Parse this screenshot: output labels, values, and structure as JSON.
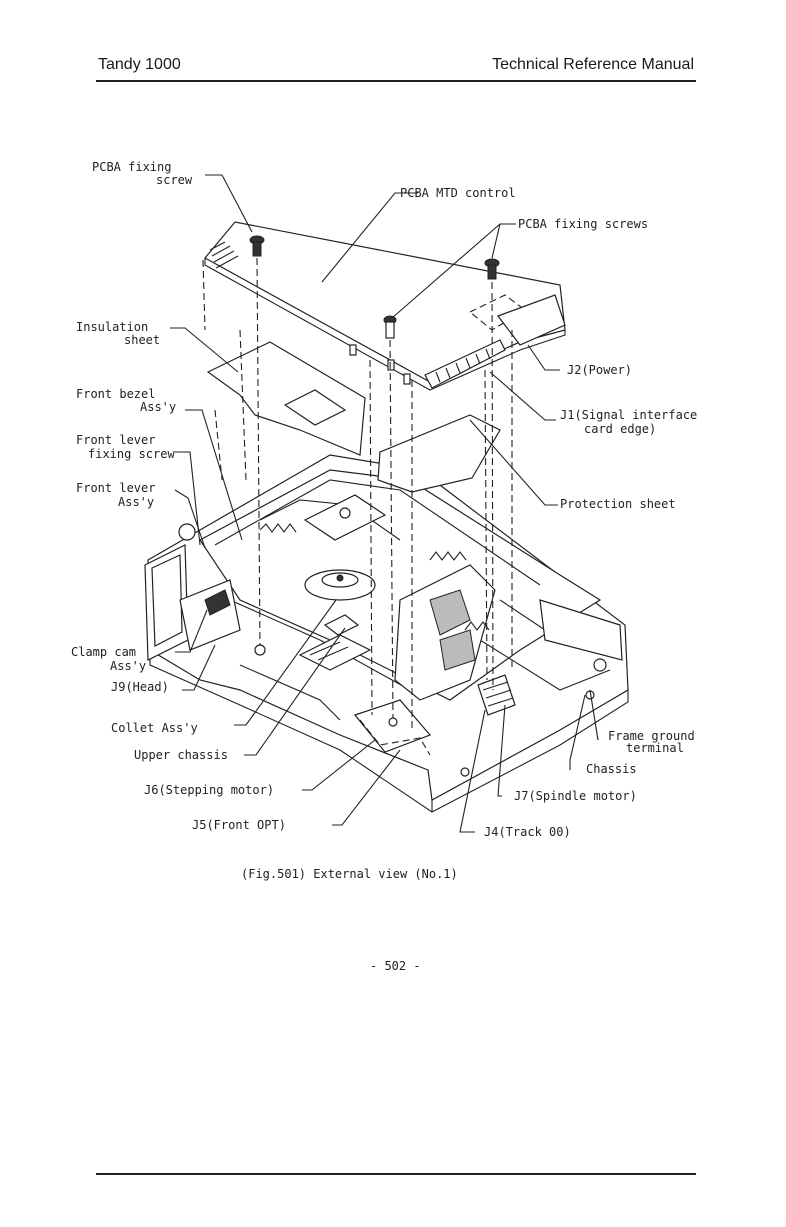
{
  "header": {
    "left": "Tandy 1000",
    "right": "Technical Reference Manual"
  },
  "figure": {
    "labels": {
      "pcba_fixing_screw_1": "PCBA fixing",
      "pcba_fixing_screw_2": "screw",
      "pcba_mtd_control": "PCBA MTD control",
      "pcba_fixing_screws": "PCBA fixing screws",
      "insulation_sheet_1": "Insulation",
      "insulation_sheet_2": "sheet",
      "j2_power": "J2(Power)",
      "front_bezel_1": "Front bezel",
      "front_bezel_2": "Ass'y",
      "j1_signal_1": "J1(Signal interface",
      "j1_signal_2": "card edge)",
      "front_lever_fixing_screw_1": "Front lever",
      "front_lever_fixing_screw_2": "fixing screw",
      "front_lever_1": "Front lever",
      "front_lever_2": "Ass'y",
      "protection_sheet": "Protection sheet",
      "clamp_cam_1": "Clamp cam",
      "clamp_cam_2": "Ass'y",
      "j9_head": "J9(Head)",
      "frame_ground_1": "Frame ground",
      "frame_ground_2": "terminal",
      "collet": "Collet Ass'y",
      "upper_chassis": "Upper chassis",
      "chassis": "Chassis",
      "j6_stepping": "J6(Stepping motor)",
      "j7_spindle": "J7(Spindle motor)",
      "j5_front_opt": "J5(Front OPT)",
      "j4_track": "J4(Track 00)"
    },
    "caption": "(Fig.501) External view (No.1)"
  },
  "page_number": "- 502 -"
}
